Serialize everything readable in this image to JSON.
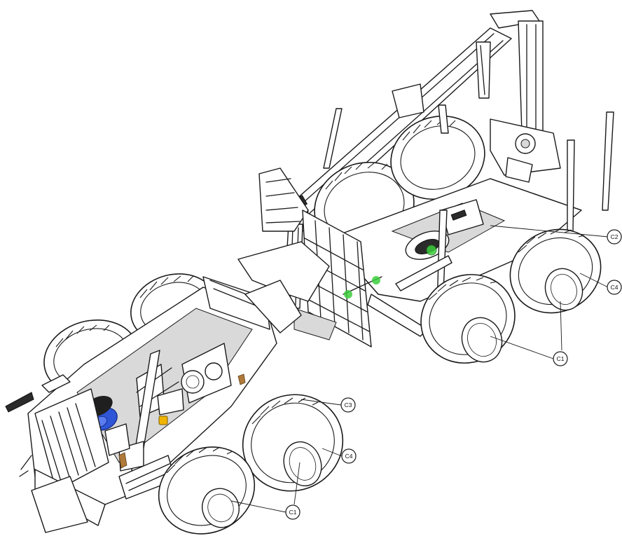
{
  "callouts": [
    {
      "id": "c2-rear",
      "label": "C2"
    },
    {
      "id": "c4-rear",
      "label": "C4"
    },
    {
      "id": "c1-rear",
      "label": "C1"
    },
    {
      "id": "c3-front",
      "label": "C3"
    },
    {
      "id": "c4-front",
      "label": "C4"
    },
    {
      "id": "c1-front",
      "label": "C1"
    }
  ],
  "highlight_colors": {
    "grease_points": "#3ccf3c",
    "fuel_filter": "#2f56d6",
    "oil_filter": "#f0b400",
    "hose_fittings": "#b07a3a"
  }
}
